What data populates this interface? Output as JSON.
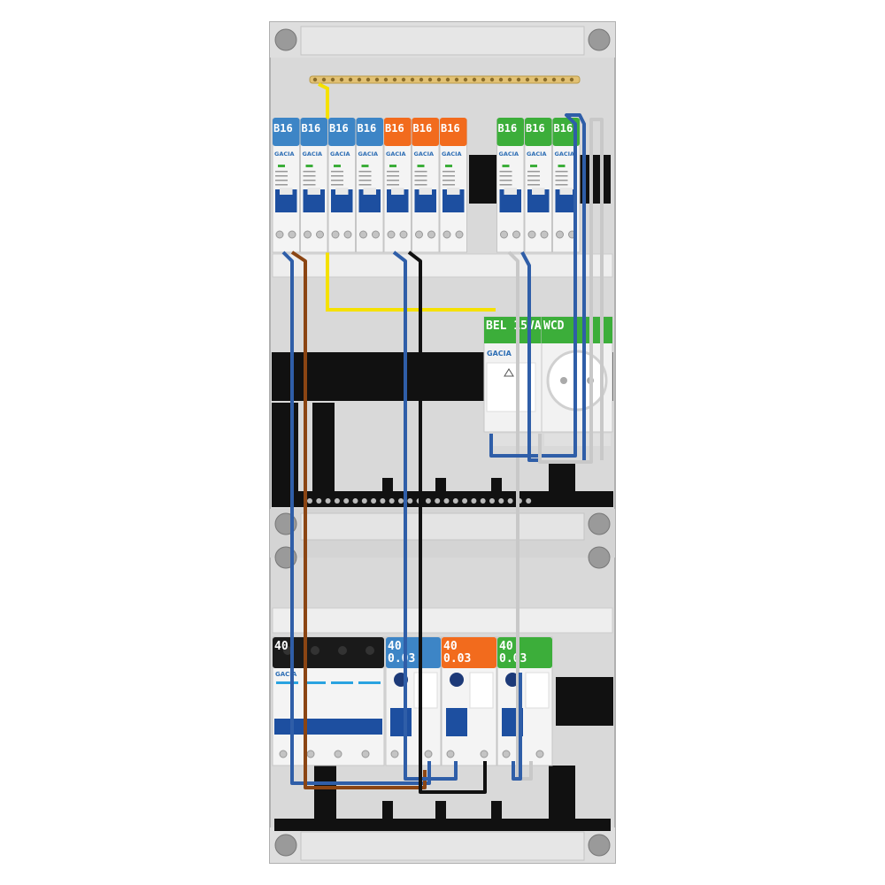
{
  "colors": {
    "enclosure": "#d9d9d9",
    "enclosure_edge": "#b0b0b0",
    "rail": "#111111",
    "blue_group": "#3d85c6",
    "orange_group": "#f26b1d",
    "green_group": "#3cae3a",
    "black_group": "#1a1a1a",
    "toggle": "#1d4fa0",
    "wire_blue": "#2f5ea8",
    "wire_brown": "#8b4513",
    "wire_black": "#111111",
    "wire_grey": "#c8c8c8",
    "wire_yellow": "#f5e100",
    "busbar_brass": "#e2c173"
  },
  "brand": "GACIA",
  "top_row": {
    "breakers": [
      {
        "label": "B16",
        "group": "blue"
      },
      {
        "label": "B16",
        "group": "blue"
      },
      {
        "label": "B16",
        "group": "blue"
      },
      {
        "label": "B16",
        "group": "blue"
      },
      {
        "label": "B16",
        "group": "orange"
      },
      {
        "label": "B16",
        "group": "orange"
      },
      {
        "label": "B16",
        "group": "orange"
      },
      {
        "label": "B16",
        "group": "green"
      },
      {
        "label": "B16",
        "group": "green"
      },
      {
        "label": "B16",
        "group": "green"
      }
    ]
  },
  "middle_row": {
    "transformer_label": "BEL 15VA",
    "socket_label": "WCD"
  },
  "bottom_row": {
    "main_switch": {
      "label": "40"
    },
    "rcds": [
      {
        "line1": "40",
        "line2": "0.03",
        "group": "blue"
      },
      {
        "line1": "40",
        "line2": "0.03",
        "group": "orange"
      },
      {
        "line1": "40",
        "line2": "0.03",
        "group": "green"
      }
    ]
  }
}
